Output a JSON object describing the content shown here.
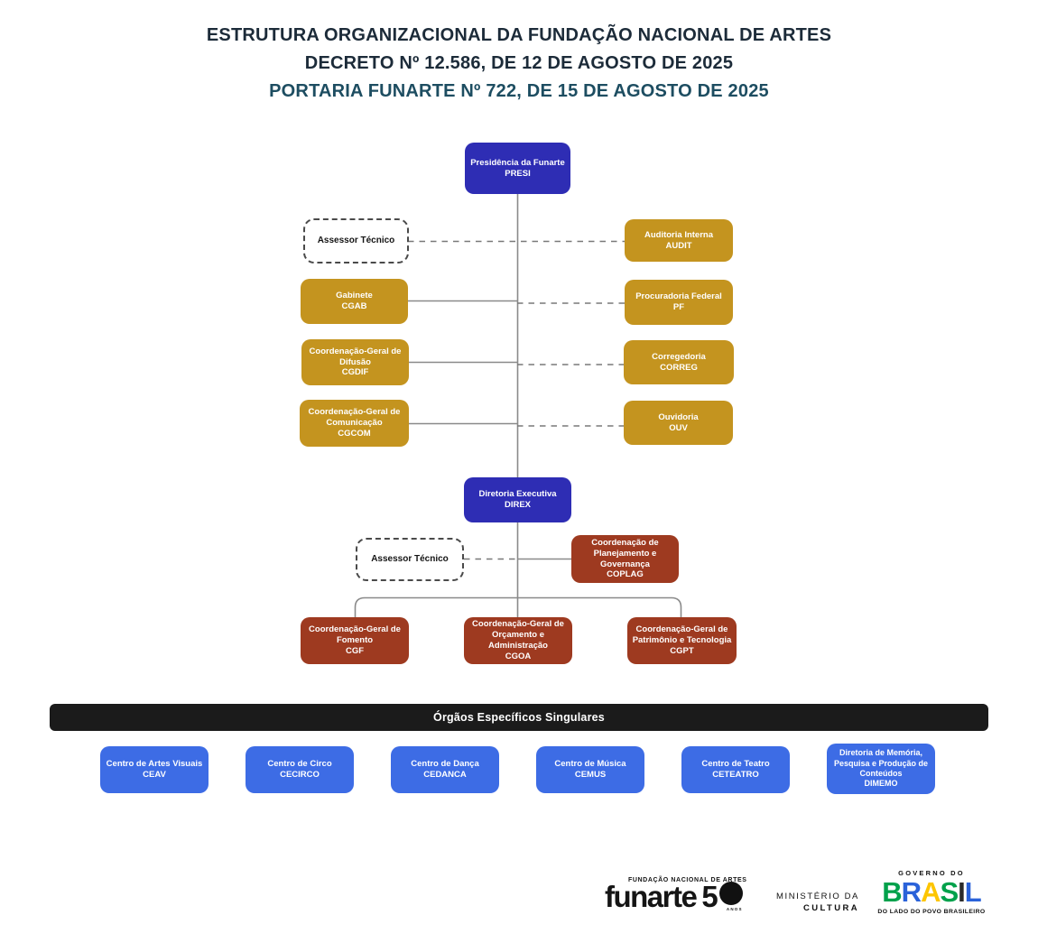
{
  "title": {
    "line1": "ESTRUTURA ORGANIZACIONAL DA FUNDAÇÃO NACIONAL DE ARTES",
    "line2": "DECRETO Nº 12.586, DE 12 DE AGOSTO DE 2025",
    "line3": "PORTARIA FUNARTE Nº 722, DE 15 DE AGOSTO DE 2025"
  },
  "palette": {
    "indigo_box": "#2e2db4",
    "gold_box": "#c4941f",
    "brick_box": "#9e3a20",
    "blue_box": "#3d6ce5",
    "section_bar_black": "#1b1b1b",
    "title_dark": "#1c2b39",
    "title_teal": "#1d4d61",
    "connector_gray": "#8a8a8a"
  },
  "org": {
    "presi": {
      "name": "Presidência da Funarte",
      "acronym": "PRESI"
    },
    "assessor_presi": {
      "name": "Assessor Técnico"
    },
    "audit": {
      "name": "Auditoria Interna",
      "acronym": "AUDIT"
    },
    "cgab": {
      "name": "Gabinete",
      "acronym": "CGAB"
    },
    "pf": {
      "name": "Procuradoria Federal",
      "acronym": "PF"
    },
    "cgdif": {
      "name": "Coordenação-Geral de Difusão",
      "acronym": "CGDIF"
    },
    "correg": {
      "name": "Corregedoria",
      "acronym": "CORREG"
    },
    "cgcom": {
      "name": "Coordenação-Geral de Comunicação",
      "acronym": "CGCOM"
    },
    "ouv": {
      "name": "Ouvidoria",
      "acronym": "OUV"
    },
    "direx": {
      "name": "Diretoria Executiva",
      "acronym": "DIREX"
    },
    "assessor_direx": {
      "name": "Assessor Técnico"
    },
    "coplag": {
      "name": "Coordenação de Planejamento e Governança",
      "acronym": "COPLAG"
    },
    "cgf": {
      "name": "Coordenação-Geral de Fomento",
      "acronym": "CGF"
    },
    "cgoa": {
      "name": "Coordenação-Geral de Orçamento e Administração",
      "acronym": "CGOA"
    },
    "cgpt": {
      "name": "Coordenação-Geral de Patrimônio e Tecnologia",
      "acronym": "CGPT"
    }
  },
  "section_bar": {
    "label": "Órgãos Específicos Singulares"
  },
  "centers": [
    {
      "name": "Centro de Artes Visuais",
      "acronym": "CEAV"
    },
    {
      "name": "Centro de Circo",
      "acronym": "CECIRCO"
    },
    {
      "name": "Centro de Dança",
      "acronym": "CEDANCA"
    },
    {
      "name": "Centro de Música",
      "acronym": "CEMUS"
    },
    {
      "name": "Centro de Teatro",
      "acronym": "CETEATRO"
    },
    {
      "name": "Diretoria de Memória, Pesquisa e Produção de Conteúdos",
      "acronym": "DIMEMO"
    }
  ],
  "footer": {
    "funarte": {
      "tagline": "FUNDAÇÃO NACIONAL DE ARTES",
      "wordmark": "funarte",
      "anniversary_digit": "5",
      "anniversary_label": "ANOS"
    },
    "ministerio": {
      "line1": "MINISTÉRIO DA",
      "line2": "CULTURA"
    },
    "governo": {
      "label": "GOVERNO DO",
      "letters": [
        "B",
        "R",
        "A",
        "S",
        "I",
        "L"
      ],
      "tagline": "DO LADO DO POVO BRASILEIRO"
    }
  }
}
